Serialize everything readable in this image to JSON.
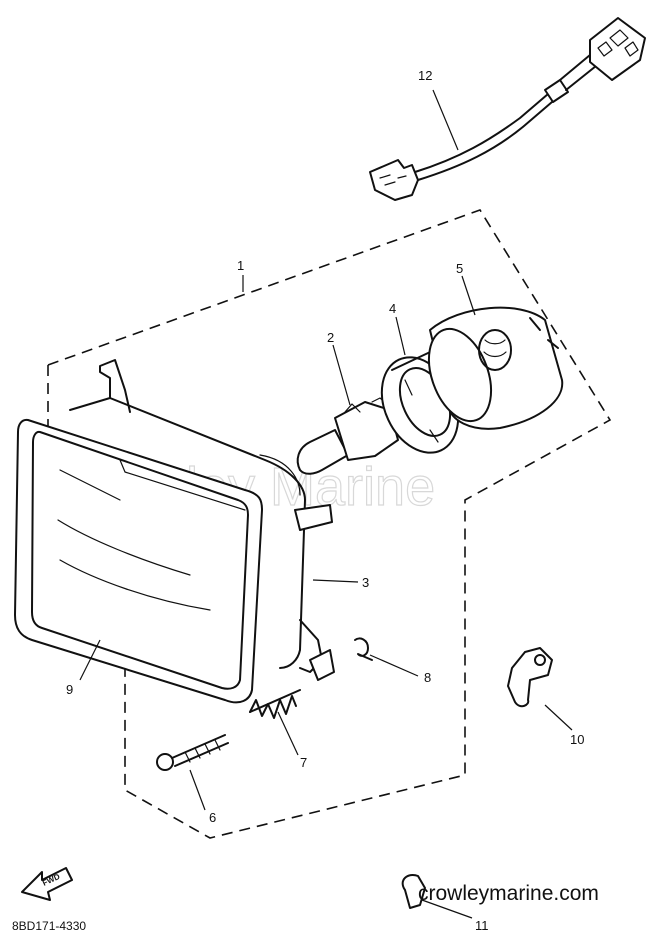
{
  "watermark": "Crowley Marine",
  "website": "crowleymarine.com",
  "diagram_code": "8BD171-4330",
  "direction_label": "FWD",
  "callouts": {
    "c1": "1",
    "c2": "2",
    "c3": "3",
    "c4": "4",
    "c5": "5",
    "c6": "6",
    "c7": "7",
    "c8": "8",
    "c9": "9",
    "c10": "10",
    "c11": "11",
    "c12": "12"
  }
}
